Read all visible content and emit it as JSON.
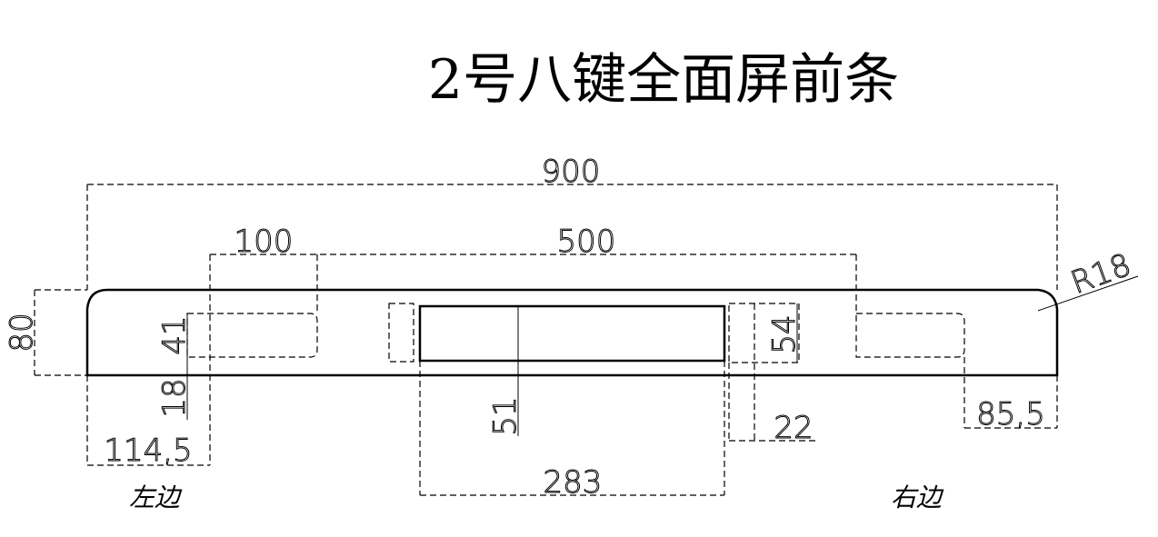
{
  "title": "2号八键全面屏前条",
  "dimensions": {
    "overall_width": "900",
    "slot_offset": "100",
    "slot_spacing": "500",
    "height": "80",
    "slot_height": "41",
    "slot_bottom": "18",
    "left_edge": "114,5",
    "window_height": "51",
    "window_width": "283",
    "gap": "22",
    "right_height": "54",
    "right_edge": "85,5",
    "radius": "R18"
  },
  "labels": {
    "left": "左边",
    "right": "右边"
  }
}
